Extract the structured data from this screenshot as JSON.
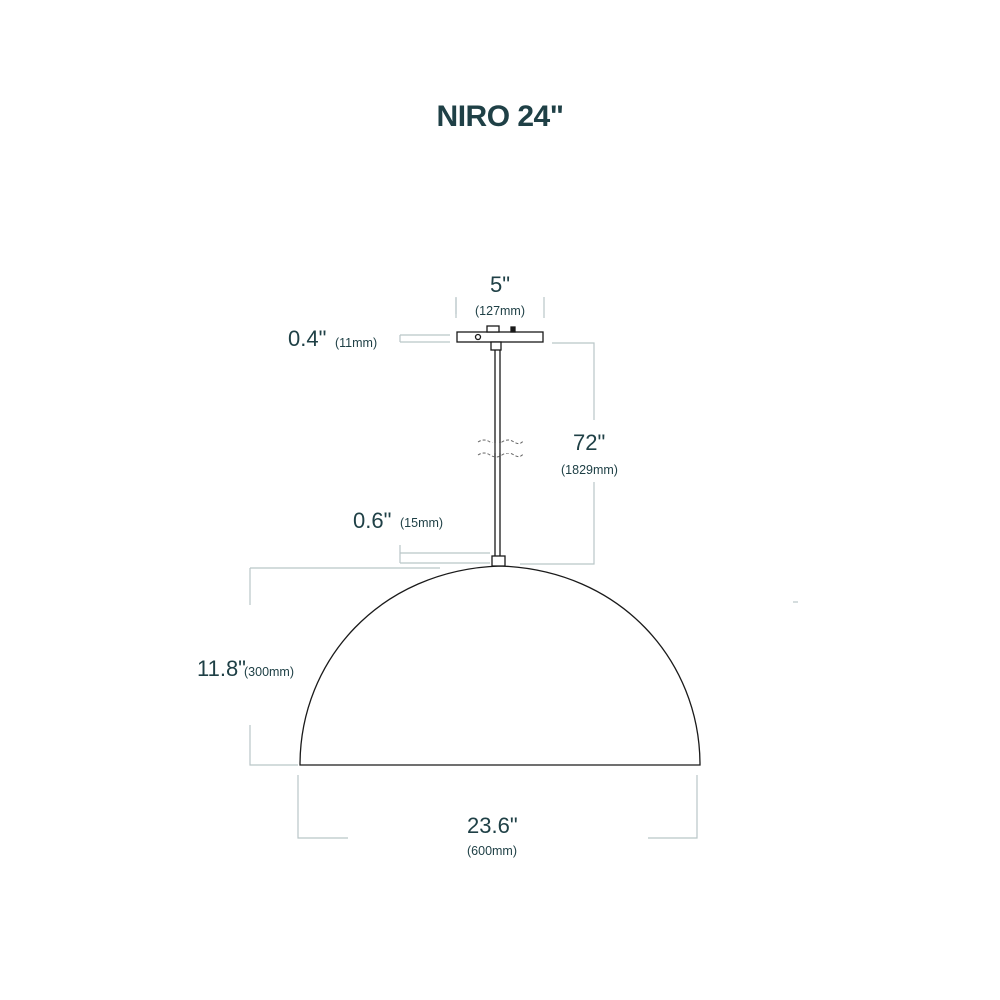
{
  "title": "NIRO 24\"",
  "colors": {
    "text": "#1f4046",
    "dimension_line": "#b9c6c8",
    "outline": "#1a1a1a",
    "background": "#ffffff"
  },
  "dimensions": {
    "canopy_width": {
      "imperial": "5\"",
      "metric": "(127mm)"
    },
    "canopy_height": {
      "imperial": "0.4\"",
      "metric": "(11mm)"
    },
    "rod_length": {
      "imperial": "72\"",
      "metric": "(1829mm)"
    },
    "rod_diameter": {
      "imperial": "0.6\"",
      "metric": "(15mm)"
    },
    "shade_height": {
      "imperial": "11.8\"",
      "metric": "(300mm)"
    },
    "shade_width": {
      "imperial": "23.6\"",
      "metric": "(600mm)"
    }
  }
}
